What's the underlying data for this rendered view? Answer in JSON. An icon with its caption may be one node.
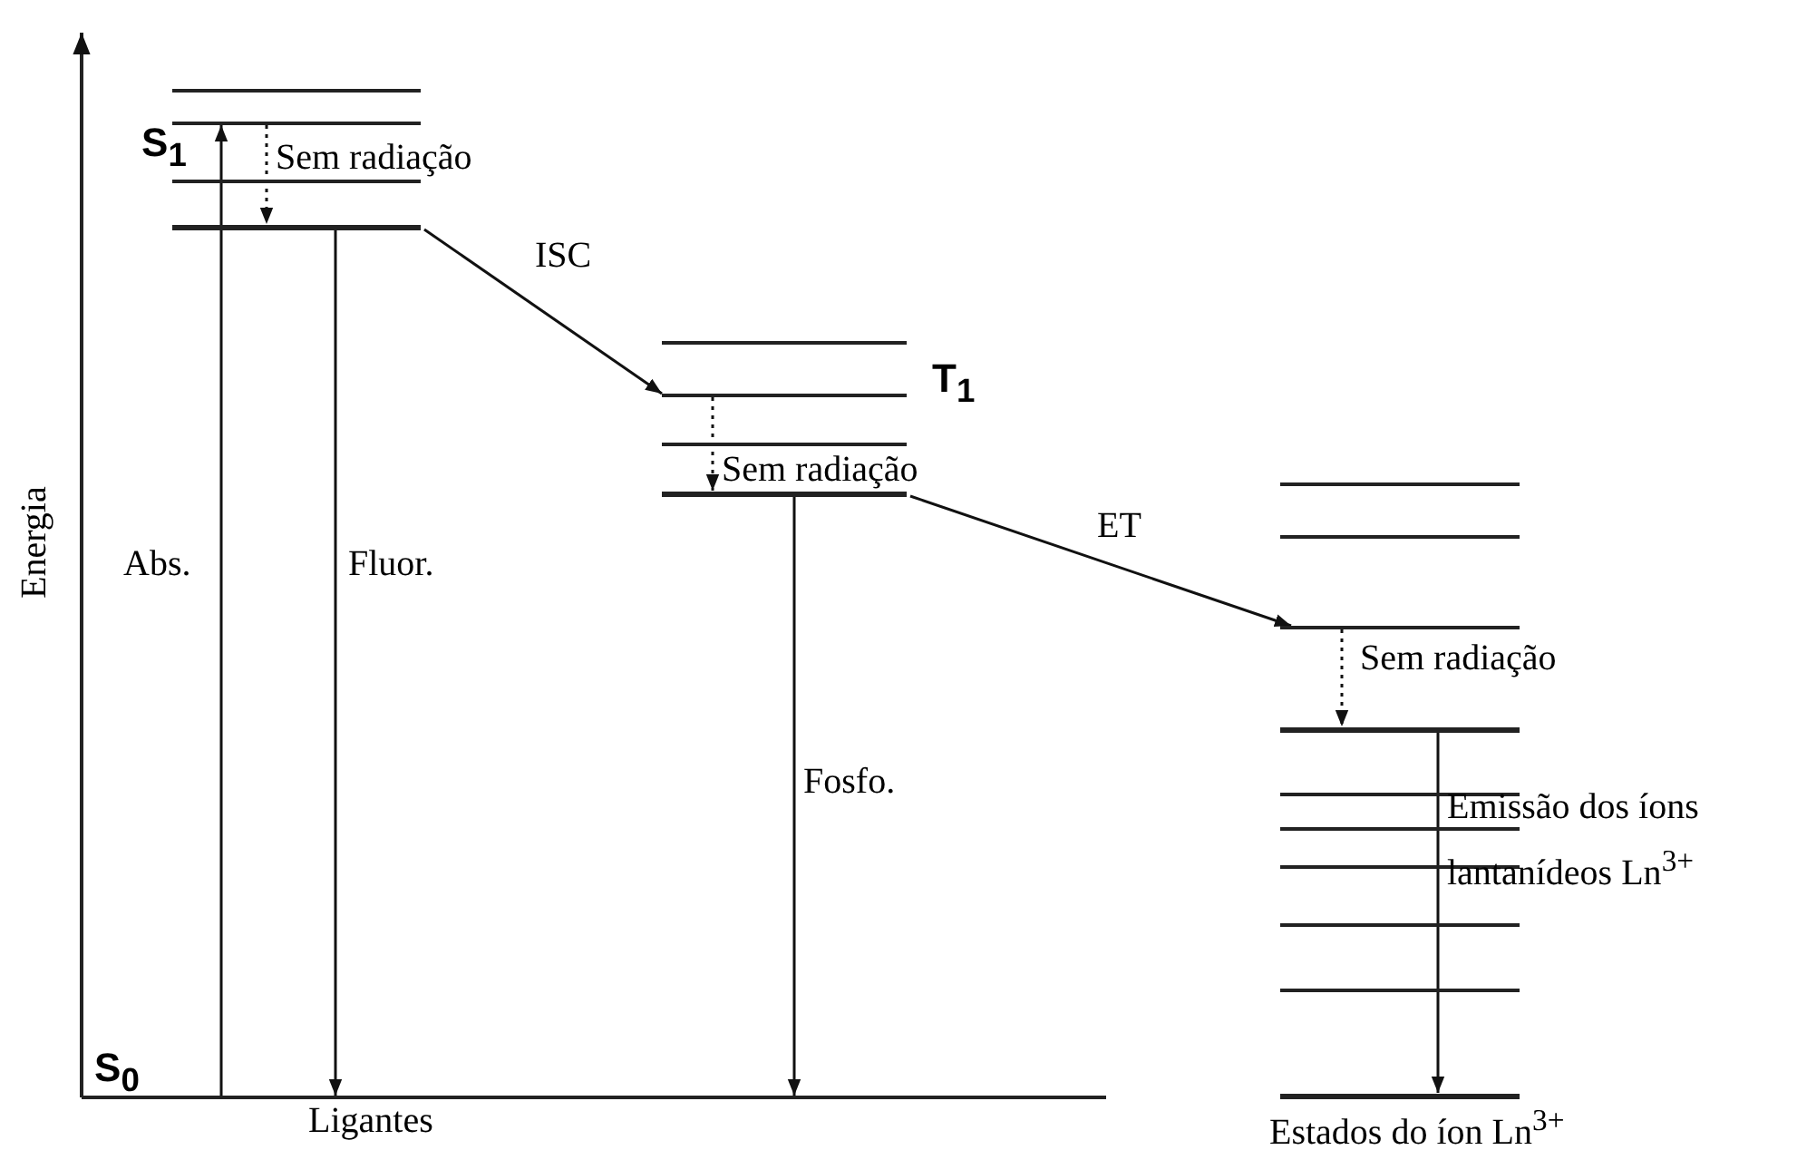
{
  "diagram": {
    "nodes": [
      {
        "text": [],
        "shape": "bar"
      },
      {
        "text": [],
        "shape": "bar"
      },
      {
        "text": [],
        "shape": "bar"
      },
      {
        "text": [],
        "shape": "bar"
      },
      {
        "text": [],
        "shape": "bar"
      },
      {
        "text": [],
        "shape": "bar"
      },
      {
        "text": [],
        "shape": "bar"
      },
      {
        "text": [],
        "shape": "bar"
      },
      {
        "text": [],
        "shape": "bar"
      },
      {
        "text": [],
        "shape": "bar"
      },
      {
        "text": [],
        "shape": "bar"
      },
      {
        "text": [],
        "shape": "bar"
      },
      {
        "text": [],
        "shape": "bar"
      },
      {
        "text": [],
        "shape": "bar"
      },
      {
        "text": [],
        "shape": "bar"
      },
      {
        "text": [],
        "shape": "bar"
      },
      {
        "text": [],
        "shape": "bar"
      },
      {
        "text": [],
        "shape": "bar"
      },
      {
        "text": [],
        "shape": "bar"
      }
    ],
    "edges": [
      {
        "from": 0,
        "to": 2,
        "arrow": "to",
        "label": "Abs."
      },
      {
        "from": 2,
        "to": 4,
        "arrow": "to",
        "style": "dashed",
        "label": "Sem radiação"
      },
      {
        "from": 4,
        "to": 0,
        "arrow": "to",
        "label": "Fluor."
      },
      {
        "from": 4,
        "to": 6,
        "arrow": "to",
        "label": "ISC"
      },
      {
        "from": 6,
        "to": 8,
        "arrow": "to",
        "style": "dashed",
        "label": "Sem radiação"
      },
      {
        "from": 8,
        "to": 0,
        "arrow": "to",
        "label": "Fosfo."
      },
      {
        "from": 8,
        "to": 11,
        "arrow": "to",
        "label": "ET"
      },
      {
        "from": 11,
        "to": 12,
        "arrow": "to",
        "style": "dashed",
        "label": "Sem radiação"
      },
      {
        "from": 12,
        "to": 18,
        "arrow": "to",
        "label": "Emissão dos íons lantanídeos Ln$^{3+}$"
      }
    ],
    "labels": [
      "Energia",
      "S$_{1}$",
      "T$_{1}$",
      "S$_{0}$",
      "Ligantes",
      "Estados do íon Ln$^{3+}$"
    ]
  }
}
